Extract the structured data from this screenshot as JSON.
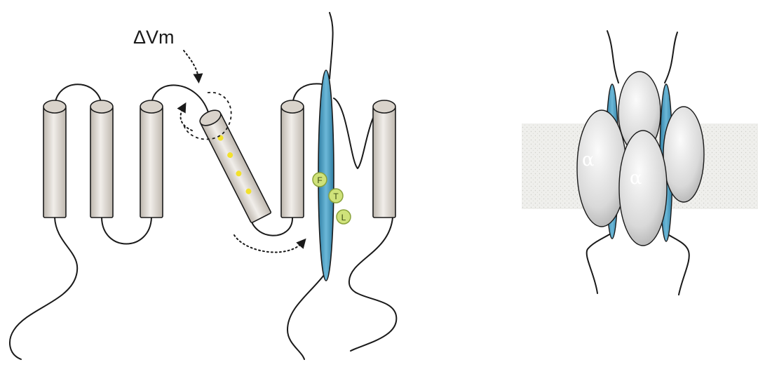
{
  "left_panel": {
    "voltage_label": "ΔVm",
    "residues": [
      "F",
      "T",
      "L"
    ]
  },
  "right_panel": {
    "subunit_labels": [
      "α",
      "α"
    ]
  },
  "colors": {
    "helix_fill": "#e6e2dc",
    "pore_helix": "#4fa3c6",
    "residue": "#cfe27a",
    "charge": "#f3e12c",
    "membrane": "#ecece9",
    "line": "#1a1a1a"
  }
}
